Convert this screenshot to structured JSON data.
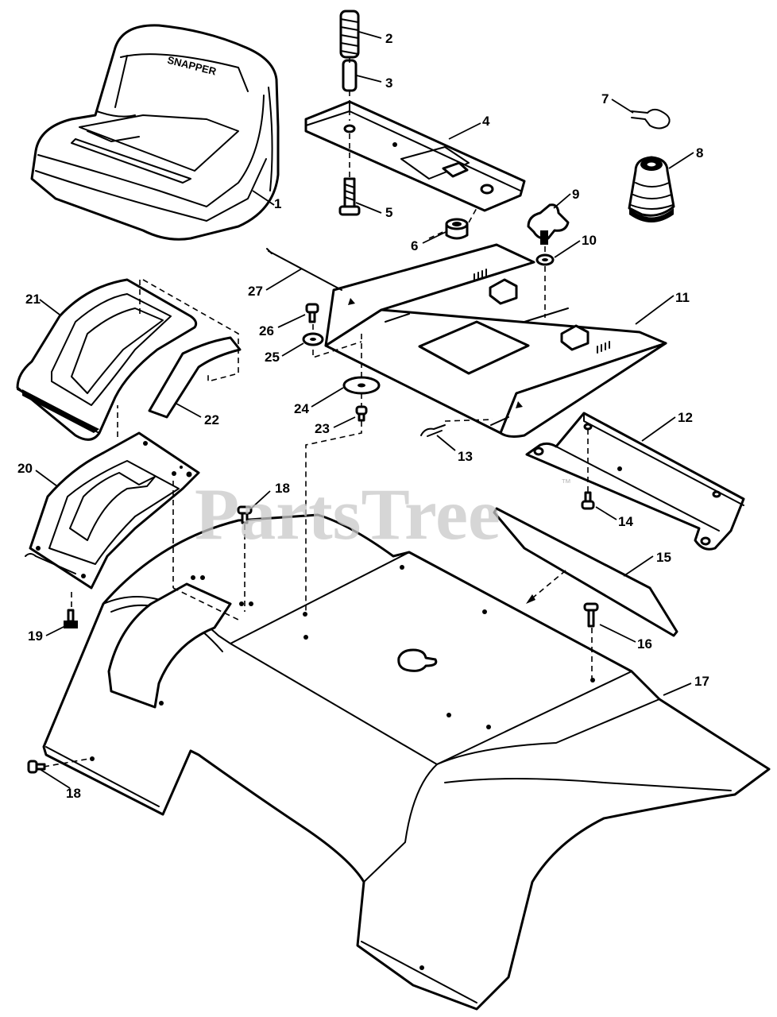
{
  "watermark": {
    "text": "PartsTree",
    "tm": "™"
  },
  "seat_brand": "SNAPPER",
  "callouts": [
    {
      "id": "1",
      "label": "1"
    },
    {
      "id": "2",
      "label": "2"
    },
    {
      "id": "3",
      "label": "3"
    },
    {
      "id": "4",
      "label": "4"
    },
    {
      "id": "5",
      "label": "5"
    },
    {
      "id": "6",
      "label": "6"
    },
    {
      "id": "7",
      "label": "7"
    },
    {
      "id": "8",
      "label": "8"
    },
    {
      "id": "9",
      "label": "9"
    },
    {
      "id": "10",
      "label": "10"
    },
    {
      "id": "11",
      "label": "11"
    },
    {
      "id": "12",
      "label": "12"
    },
    {
      "id": "13",
      "label": "13"
    },
    {
      "id": "14",
      "label": "14"
    },
    {
      "id": "15",
      "label": "15"
    },
    {
      "id": "16",
      "label": "16"
    },
    {
      "id": "17",
      "label": "17"
    },
    {
      "id": "18a",
      "label": "18"
    },
    {
      "id": "18b",
      "label": "18"
    },
    {
      "id": "19",
      "label": "19"
    },
    {
      "id": "20",
      "label": "20"
    },
    {
      "id": "21",
      "label": "21"
    },
    {
      "id": "22",
      "label": "22"
    },
    {
      "id": "23",
      "label": "23"
    },
    {
      "id": "24",
      "label": "24"
    },
    {
      "id": "25",
      "label": "25"
    },
    {
      "id": "26",
      "label": "26"
    },
    {
      "id": "27",
      "label": "27"
    }
  ]
}
